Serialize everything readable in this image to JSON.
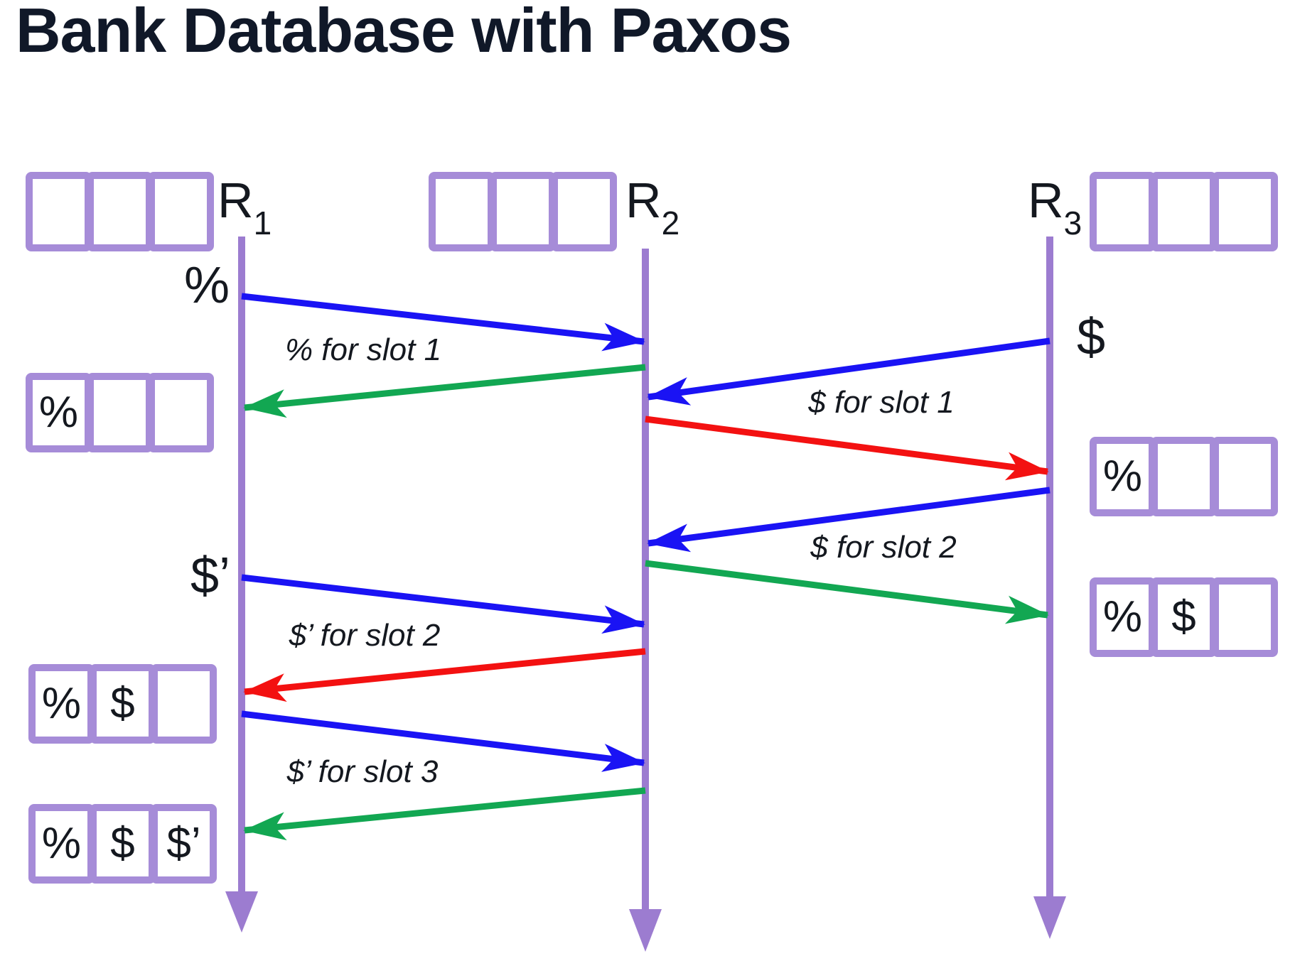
{
  "title": "Bank Database with Paxos",
  "colors": {
    "purple": "#9c7cd0",
    "box_purple": "#a68cd8",
    "blue": "#1a13f4",
    "green": "#12a752",
    "red": "#f31111",
    "text": "#14181f",
    "title": "#101828",
    "background": "#ffffff"
  },
  "replicas": [
    {
      "label": "R",
      "sub": "1"
    },
    {
      "label": "R",
      "sub": "2"
    },
    {
      "label": "R",
      "sub": "3"
    }
  ],
  "events": {
    "percent": "%",
    "dollar": "$",
    "dollar_prime": "$’"
  },
  "arrows": [
    {
      "name": "percent-for-slot-1",
      "color": "blue",
      "from": "R1",
      "to": "R2",
      "label": "% for slot 1"
    },
    {
      "name": "ack-slot-1-to-r1",
      "color": "green",
      "from": "R2",
      "to": "R1",
      "label": ""
    },
    {
      "name": "dollar-for-slot-1",
      "color": "blue",
      "from": "R3",
      "to": "R2",
      "label": "$ for slot 1"
    },
    {
      "name": "reply-slot-1-to-r3",
      "color": "red",
      "from": "R2",
      "to": "R3",
      "label": ""
    },
    {
      "name": "dollar-for-slot-2",
      "color": "blue",
      "from": "R3",
      "to": "R2",
      "label": "$ for slot 2"
    },
    {
      "name": "ack-slot-2-to-r3",
      "color": "green",
      "from": "R2",
      "to": "R3",
      "label": ""
    },
    {
      "name": "dollar-prime-for-slot-2",
      "color": "blue",
      "from": "R1",
      "to": "R2",
      "label": "$’ for slot 2"
    },
    {
      "name": "reply-slot-2-to-r1",
      "color": "red",
      "from": "R2",
      "to": "R1",
      "label": ""
    },
    {
      "name": "dollar-prime-for-slot-3",
      "color": "blue",
      "from": "R1",
      "to": "R2",
      "label": "$’ for slot 3"
    },
    {
      "name": "ack-slot-3-to-r1",
      "color": "green",
      "from": "R2",
      "to": "R1",
      "label": ""
    }
  ],
  "state_boxes": [
    {
      "id": "r1-top",
      "cells": [
        "",
        "",
        ""
      ]
    },
    {
      "id": "r2-top",
      "cells": [
        "",
        "",
        ""
      ]
    },
    {
      "id": "r3-top",
      "cells": [
        "",
        "",
        ""
      ]
    },
    {
      "id": "r1-after-slot1",
      "cells": [
        "%",
        "",
        ""
      ]
    },
    {
      "id": "r3-after-slot1",
      "cells": [
        "%",
        "",
        ""
      ]
    },
    {
      "id": "r3-after-slot2",
      "cells": [
        "%",
        "$",
        ""
      ]
    },
    {
      "id": "r1-after-slot2",
      "cells": [
        "%",
        "$",
        ""
      ]
    },
    {
      "id": "r1-after-slot3",
      "cells": [
        "%",
        "$",
        "$’"
      ]
    }
  ]
}
